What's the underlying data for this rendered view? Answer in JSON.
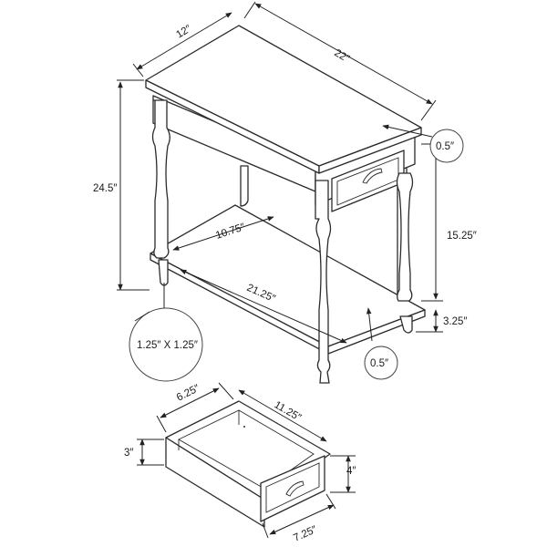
{
  "table": {
    "width": "12″",
    "length": "22″",
    "height": "24.5″",
    "top_thickness": "0.5″",
    "shelf_clearance": "15.25″",
    "floor_clearance": "3.25″",
    "shelf_depth": "10.75″",
    "shelf_length": "21.25″",
    "shelf_thickness": "0.5″",
    "leg_size": "1.25″ X 1.25″"
  },
  "drawer": {
    "width": "6.25″",
    "length": "11.25″",
    "inner_height": "3″",
    "front_height": "4″",
    "front_width": "7.25″"
  },
  "colors": {
    "line": "#2b2b2b",
    "background": "#ffffff"
  }
}
